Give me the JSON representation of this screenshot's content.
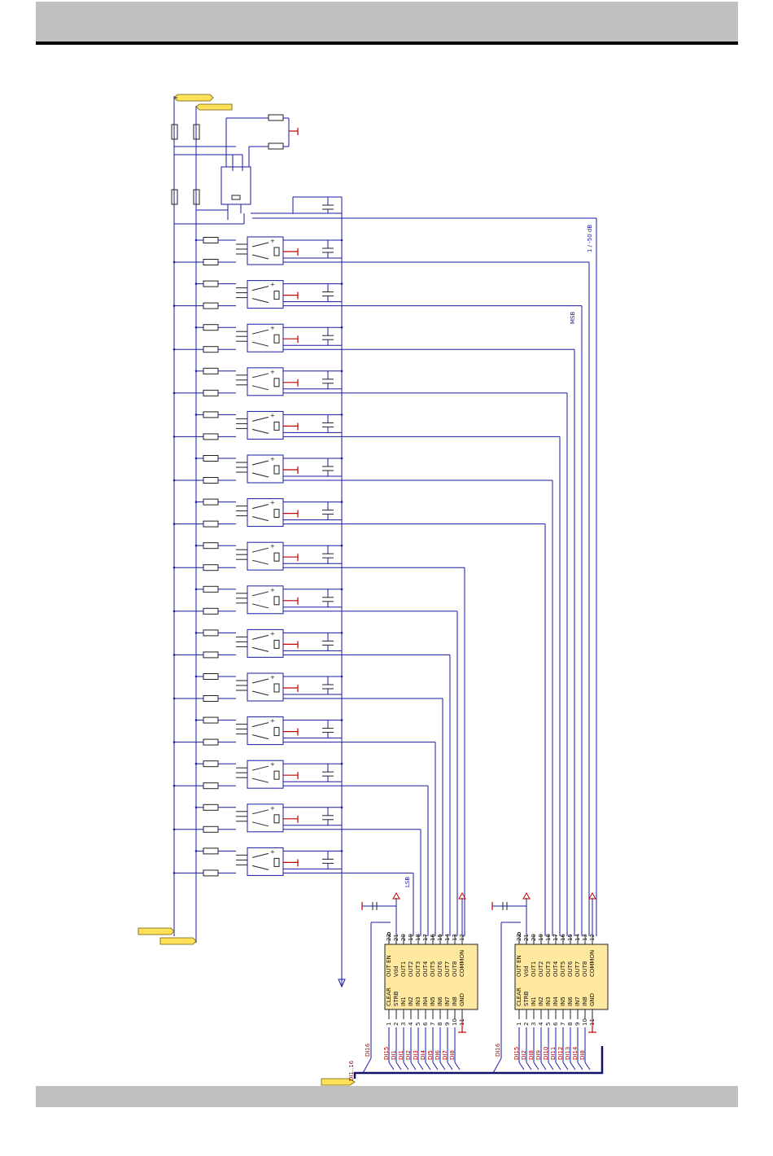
{
  "labels": {
    "msb": "MSB",
    "lsb": "LSB",
    "atten": "1 / -50 dB",
    "bus": "DI1..16",
    "di16a": "DI16",
    "di16b": "DI16"
  },
  "ic_left": {
    "left_names": [
      "CLEAR",
      "STRB",
      "IN1",
      "IN2",
      "IN3",
      "IN4",
      "IN5",
      "IN6",
      "IN7",
      "IN8",
      "GND"
    ],
    "left_nums": [
      "1",
      "2",
      "3",
      "4",
      "5",
      "6",
      "7",
      "8",
      "9",
      "10",
      "11"
    ],
    "right_names": [
      "OUT EN",
      "Vdd",
      "OUT1",
      "OUT2",
      "OUT3",
      "OUT4",
      "OUT5",
      "OUT6",
      "OUT7",
      "OUT8",
      "COMMON"
    ],
    "right_nums": [
      "22",
      "21",
      "20",
      "19",
      "18",
      "17",
      "16",
      "15",
      "14",
      "13",
      "12"
    ],
    "bus_labels": [
      "DI15",
      "DI1",
      "DI1",
      "DI2",
      "DI3",
      "DI4",
      "DI5",
      "DI6",
      "DI7",
      "DI8"
    ]
  },
  "ic_right": {
    "left_names": [
      "CLEAR",
      "STRB",
      "IN1",
      "IN2",
      "IN3",
      "IN4",
      "IN5",
      "IN6",
      "IN7",
      "IN8",
      "GND"
    ],
    "left_nums": [
      "1",
      "2",
      "3",
      "4",
      "5",
      "6",
      "7",
      "8",
      "9",
      "10",
      "11"
    ],
    "right_names": [
      "OUT EN",
      "Vdd",
      "OUT1",
      "OUT2",
      "OUT3",
      "OUT4",
      "OUT5",
      "OUT6",
      "OUT7",
      "OUT8",
      "COMMON"
    ],
    "right_nums": [
      "22",
      "21",
      "20",
      "19",
      "18",
      "17",
      "16",
      "15",
      "14",
      "13",
      "12"
    ],
    "bus_labels": [
      "DI15",
      "DI2",
      "DI8",
      "DI9",
      "DI10",
      "DI11",
      "DI12",
      "DI13",
      "DI14",
      "DI8"
    ]
  },
  "relay_count": 15,
  "colors": {
    "wire": "#1a1aa0",
    "ground": "#c00000",
    "port": "#ffe25a",
    "band": "#c0c0c0"
  }
}
